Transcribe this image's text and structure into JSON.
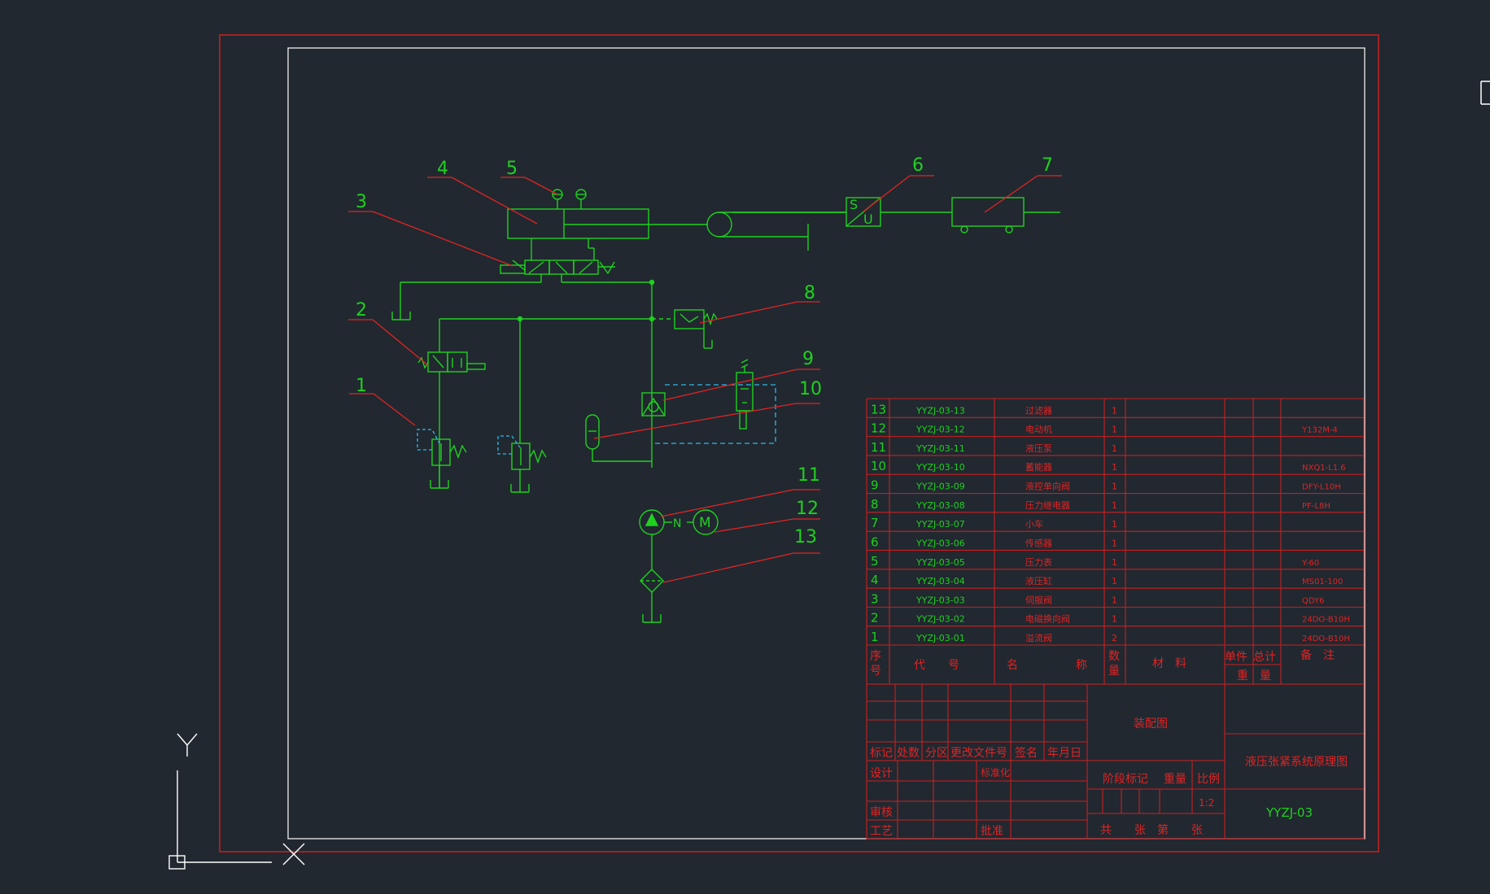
{
  "app": {
    "name": "CAD drawing viewport",
    "background": "#212830"
  },
  "colors": {
    "frame_red": "#cc1f1f",
    "sheet_white": "#ffffff",
    "circuit_green": "#1fd11f",
    "leader_red": "#e02424",
    "pilot_cyan": "#2fb8e8",
    "ucs_white": "#ffffff"
  },
  "balloons": [
    "1",
    "2",
    "3",
    "4",
    "5",
    "6",
    "7",
    "8",
    "9",
    "10",
    "11",
    "12",
    "13"
  ],
  "symbols": {
    "cylinder_sensor_s": "S",
    "cylinder_sensor_u": "U",
    "motor": "M",
    "coupling": "N"
  },
  "bom": {
    "rows": [
      {
        "no": "13",
        "code": "YYZJ-03-13",
        "name": "过滤器",
        "qty": "1",
        "note": ""
      },
      {
        "no": "12",
        "code": "YYZJ-03-12",
        "name": "电动机",
        "qty": "1",
        "note": "Y132M-4"
      },
      {
        "no": "11",
        "code": "YYZJ-03-11",
        "name": "液压泵",
        "qty": "1",
        "note": ""
      },
      {
        "no": "10",
        "code": "YYZJ-03-10",
        "name": "蓄能器",
        "qty": "1",
        "note": "NXQ1-L1.6"
      },
      {
        "no": "9",
        "code": "YYZJ-03-09",
        "name": "液控单向阀",
        "qty": "1",
        "note": "DFY-L10H"
      },
      {
        "no": "8",
        "code": "YYZJ-03-08",
        "name": "压力继电器",
        "qty": "1",
        "note": "PF-L8H"
      },
      {
        "no": "7",
        "code": "YYZJ-03-07",
        "name": "小车",
        "qty": "1",
        "note": ""
      },
      {
        "no": "6",
        "code": "YYZJ-03-06",
        "name": "传感器",
        "qty": "1",
        "note": ""
      },
      {
        "no": "5",
        "code": "YYZJ-03-05",
        "name": "压力表",
        "qty": "1",
        "note": "Y-60"
      },
      {
        "no": "4",
        "code": "YYZJ-03-04",
        "name": "液压缸",
        "qty": "1",
        "note": "MS01-100"
      },
      {
        "no": "3",
        "code": "YYZJ-03-03",
        "name": "伺服阀",
        "qty": "1",
        "note": "QDY6"
      },
      {
        "no": "2",
        "code": "YYZJ-03-02",
        "name": "电磁换向阀",
        "qty": "1",
        "note": "24DO-B10H"
      },
      {
        "no": "1",
        "code": "YYZJ-03-01",
        "name": "溢流阀",
        "qty": "2",
        "note": "24DO-B10H"
      }
    ],
    "header": {
      "no_a": "序",
      "no_b": "号",
      "code": "代　　号",
      "name_a": "名",
      "name_b": "称",
      "qty_a": "数",
      "qty_b": "量",
      "material": "材　料",
      "unit": "单件",
      "total": "总计",
      "weight": "重　量",
      "note": "备　注"
    }
  },
  "title_block": {
    "assembly": "装配图",
    "drawing_title": "液压张紧系统原理图",
    "drawing_number": "YYZJ-03",
    "mark": "标记",
    "count": "处数",
    "zone": "分区",
    "change_doc": "更改文件号",
    "sign": "签名",
    "date": "年月日",
    "design": "设计",
    "standardize": "标准化",
    "stage_mark": "阶段标记",
    "weight": "重量",
    "scale": "比例",
    "scale_value": "1:2",
    "review": "审核",
    "process": "工艺",
    "approve": "批准",
    "sheets": "共　　张　第　　张"
  },
  "ucs": {
    "y_label": "Y"
  }
}
